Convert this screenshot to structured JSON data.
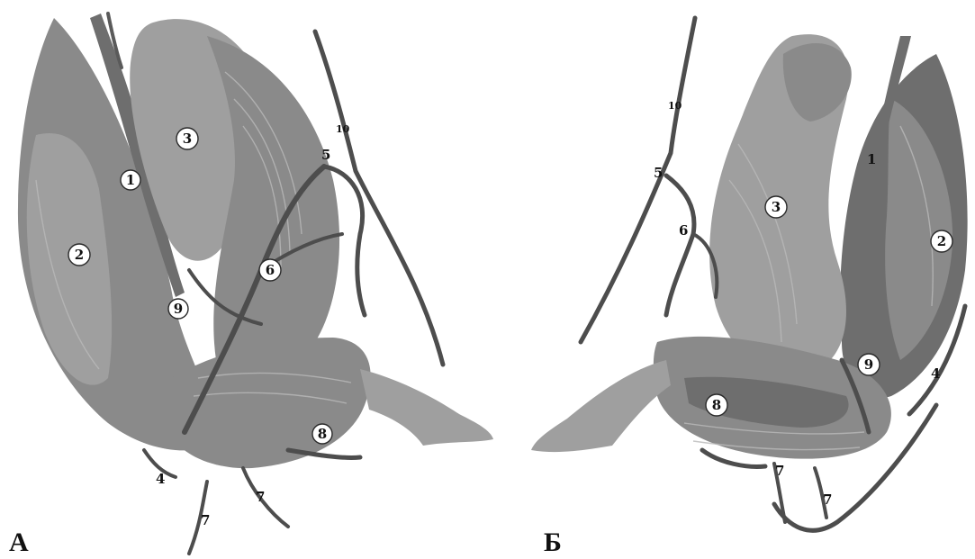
{
  "panels": [
    {
      "letter": "А",
      "labels": {
        "l1": "1",
        "l2": "2",
        "l3": "3",
        "l4": "4",
        "l5": "5",
        "l6": "6",
        "l7a": "7",
        "l7b": "7",
        "l8": "8",
        "l9": "9",
        "l10": "10"
      }
    },
    {
      "letter": "Б",
      "labels": {
        "l1": "1",
        "l2": "2",
        "l3": "3",
        "l4": "4",
        "l5": "5",
        "l6": "6",
        "l7a": "7",
        "l7b": "7",
        "l8": "8",
        "l9": "9",
        "l10": "10"
      }
    }
  ],
  "colors": {
    "background": "#ffffff",
    "muscle_light": "#9f9f9f",
    "muscle_dark": "#6e6e6e",
    "vessel": "#4d4d4d"
  }
}
